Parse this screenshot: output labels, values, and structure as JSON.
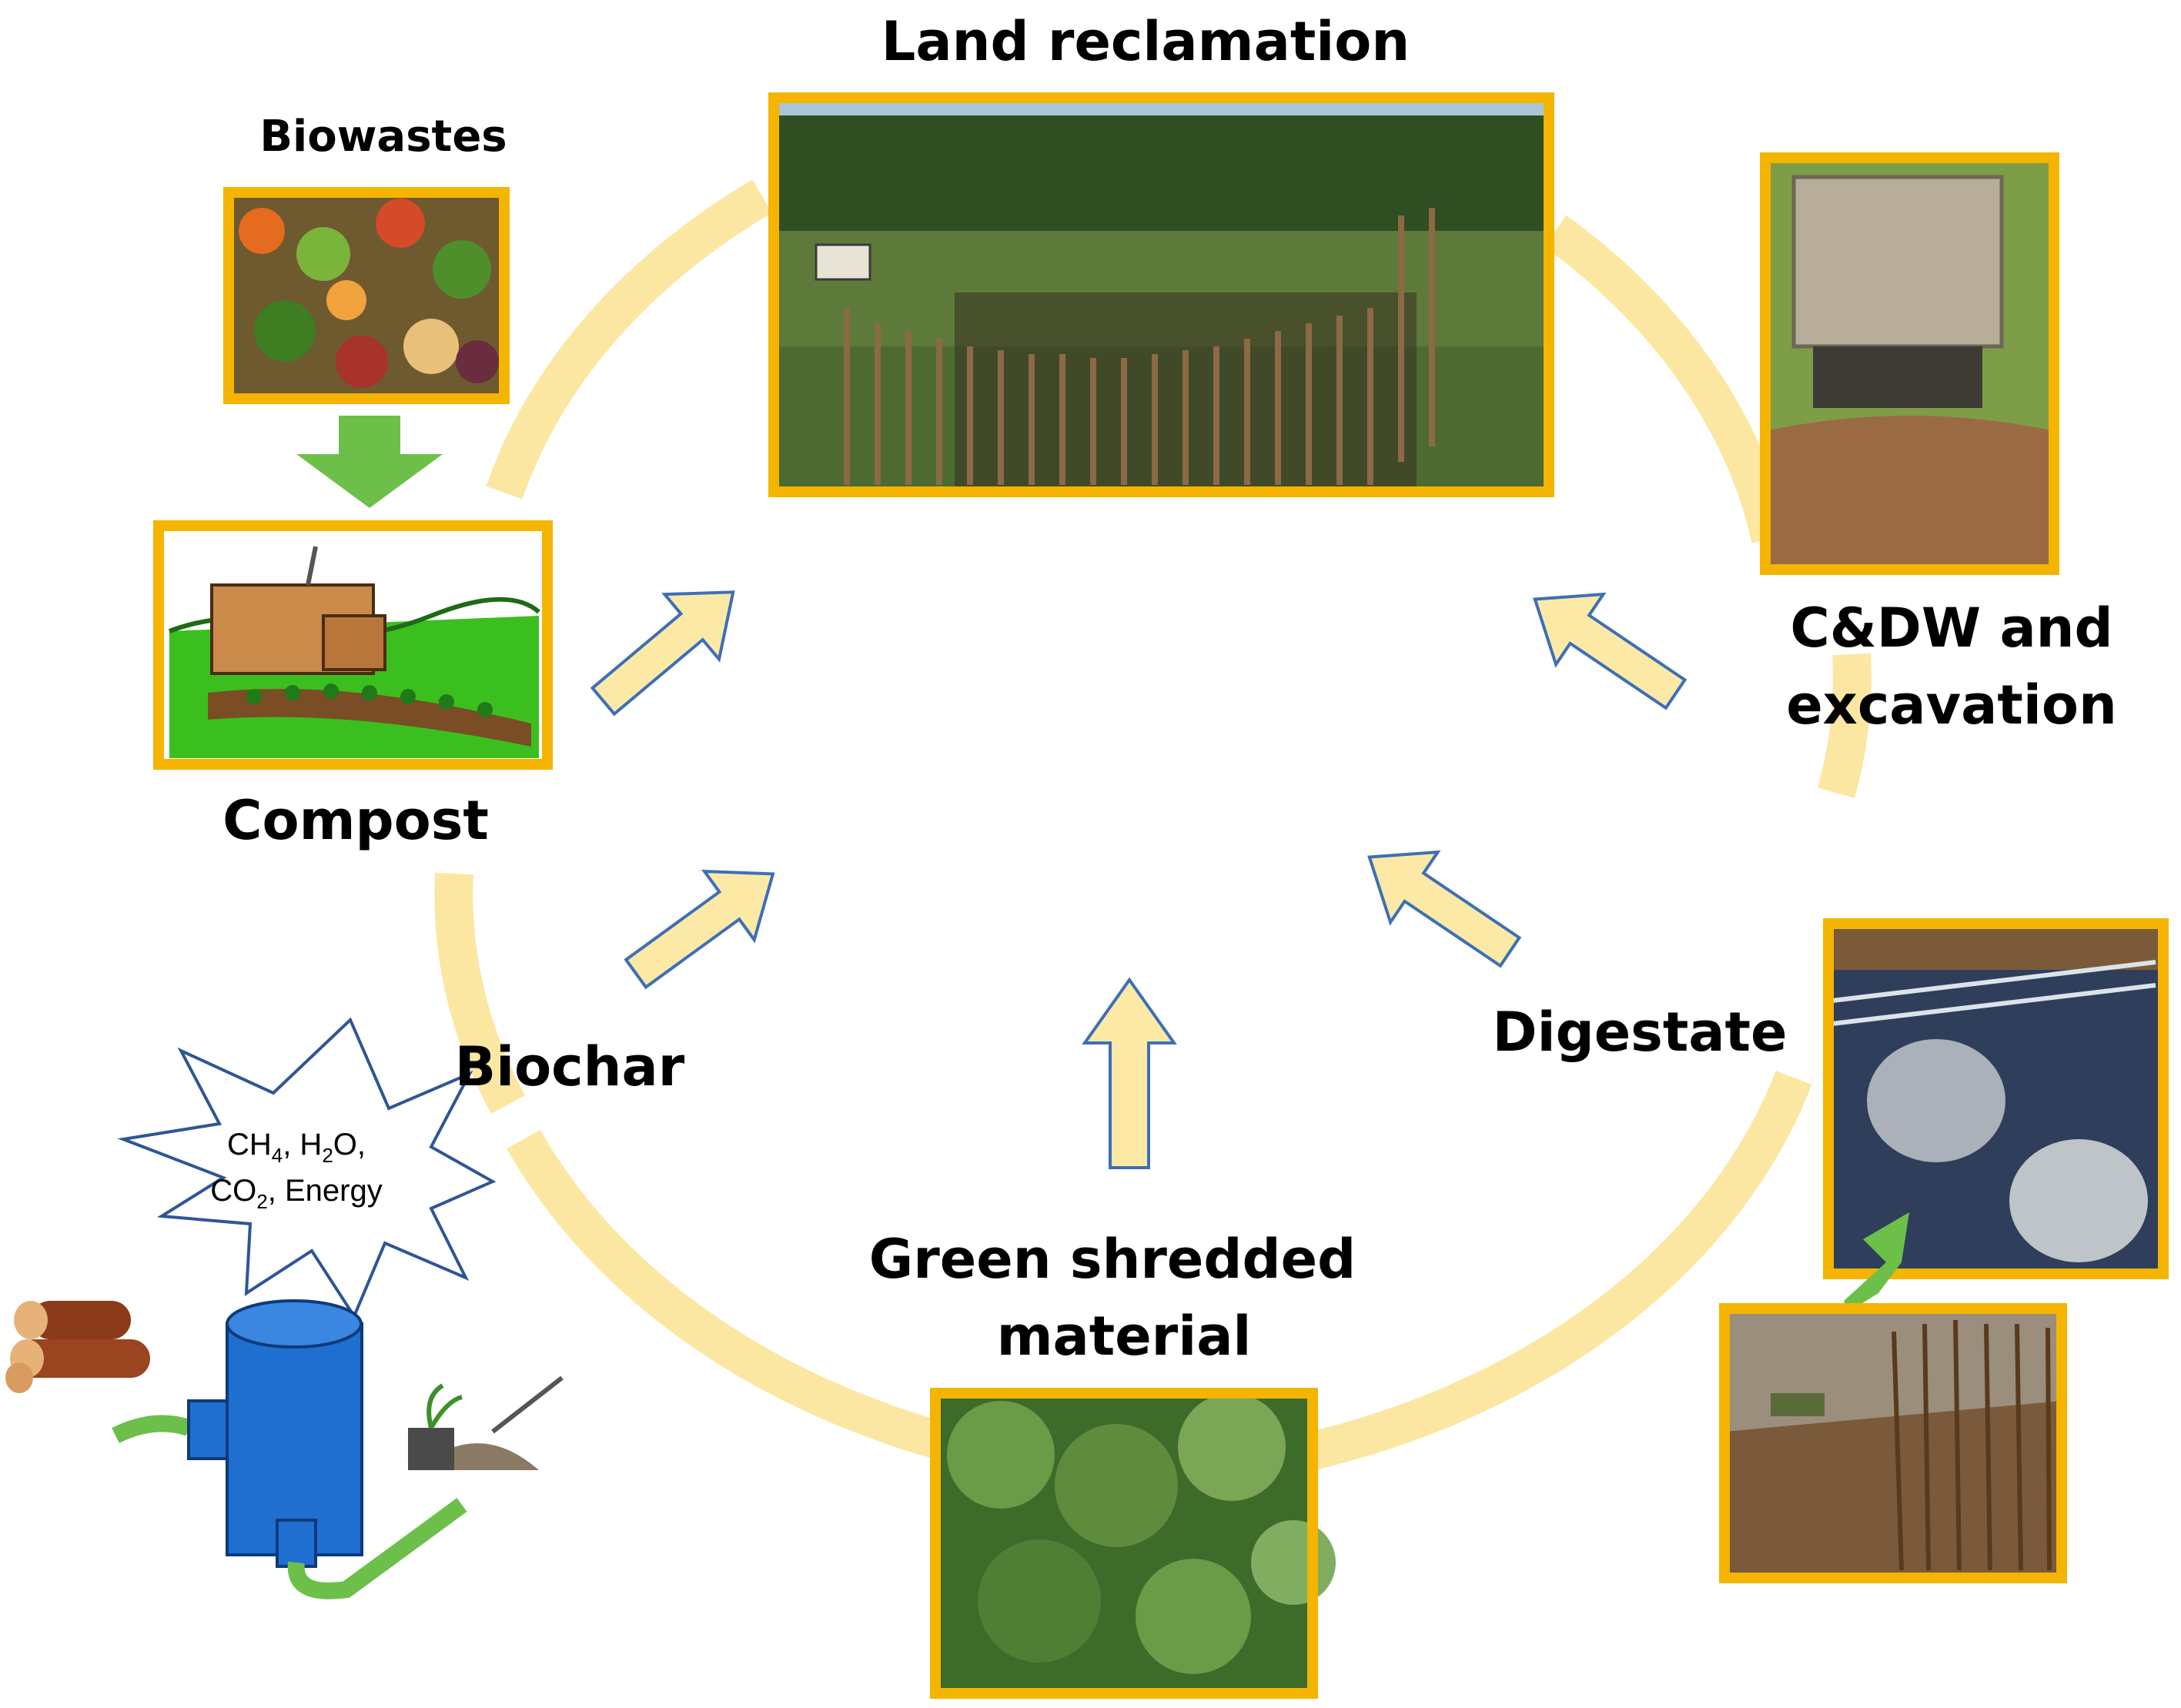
{
  "labels": {
    "land_reclamation": "Land reclamation",
    "biowastes": "Biowastes",
    "compost": "Compost",
    "cdw_line1": "C&DW and",
    "cdw_line2": "excavation",
    "digestate": "Digestate",
    "biochar": "Biochar",
    "green_line1": "Green shredded",
    "green_line2": "material",
    "gas_ch4": "CH",
    "gas_ch4_sub": "4",
    "gas_h2o_a": ", H",
    "gas_h2o_sub": "2",
    "gas_h2o_b": "O,",
    "gas_co2": "CO",
    "gas_co2_sub": "2",
    "gas_energy": ", Energy"
  },
  "icons": [
    "land-reclamation-photo",
    "biowastes-photo",
    "compost-illustration",
    "truck-soil-photo",
    "biogas-plant-photo",
    "corn-harvest-photo",
    "vineyard-leaves-photo",
    "pyrolysis-reactor-icon",
    "logs-icon",
    "plant-pot-icon"
  ],
  "colors": {
    "ring": "#fbe7a1",
    "arrow_fill": "#fde9a6",
    "arrow_stroke": "#3d6fb6",
    "frame": "#f4b400",
    "green_arrow": "#6cc04a",
    "reactor": "#1f6fd1",
    "burst_stroke": "#2f5597"
  }
}
